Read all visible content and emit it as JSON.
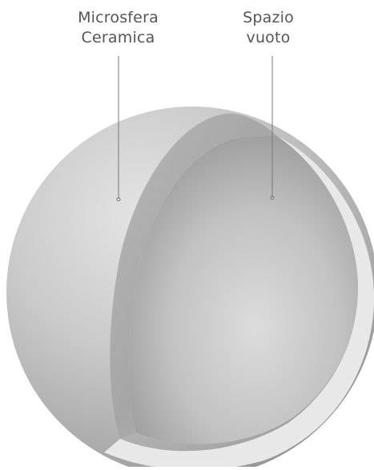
{
  "labels": {
    "ceramic_microsphere": {
      "line1": "Microsfera",
      "line2": "Ceramica"
    },
    "empty_space": {
      "line1": "Spazio",
      "line2": "vuoto"
    }
  },
  "colors": {
    "shell_outer": "#a8a8a8",
    "shell_highlight": "#e2e2e2",
    "cut_rim": "#e9e9e9",
    "cavity": "#bdbdbd",
    "leader_line": "#777777",
    "text": "#555555"
  }
}
